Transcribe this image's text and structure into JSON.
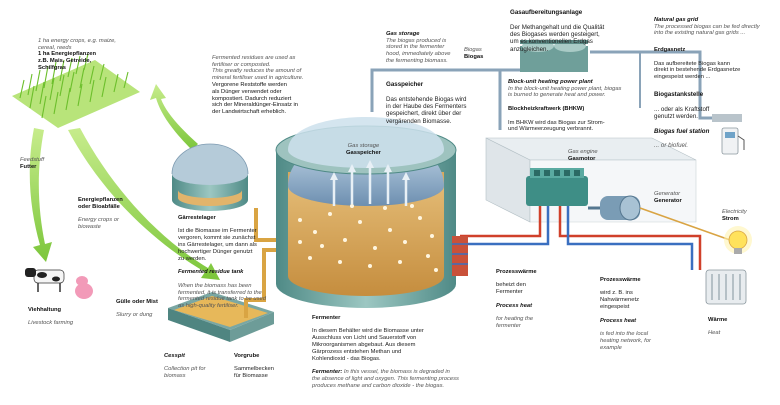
{
  "colors": {
    "crop_green": "#7fcf3a",
    "arrow_green": "#9bd65a",
    "gas_arrow": "#8aa3b8",
    "tank_green": "#6fa3a0",
    "substrate": "#d7a65a",
    "engine": "#3e8e86",
    "heat_red": "#d0402a",
    "heat_blue": "#3a6fc0"
  },
  "crops": {
    "en": "1 ha energy crops, e.g. maize,\ncereal, reeds",
    "h": "1 ha Energiepflanzen\nz.B. Mais, Getreide,\nSchilfgras"
  },
  "residues": {
    "en": "Fermented residues are used as\nfertiliser or composted.\nThis greatly reduces the amount of\nmineral fertiliser used in agriculture.",
    "h": "Vergorene Reststoffe werden\nals Dünger verwendet oder\nkompostiert. Dadurch reduziert\nsich der Mineraldünger-Einsatz in\nder Landwirtschaft erheblich."
  },
  "gas_storage": {
    "enh": "Gas storage",
    "en": "The biogas produced is\nstored in the fermenter\nhood, immediately above\nthe fermenting biomass."
  },
  "biogas_pipe": {
    "en": "Biogas",
    "h": "Biogas"
  },
  "gasspeicher": {
    "h": "Gasspeicher",
    "de": "Das entstehende Biogas wird\nin der Haube des Fermenters\ngespeichert, direkt über der\nvergärenden Biomasse."
  },
  "gas_treatment": {
    "h": "Gasaufbereitungsanlage",
    "de": "Der Methangehalt und die Qualität\ndes Biogases werden gesteigert,\num es konventionellen Erdgas\nanzugleichen."
  },
  "natural_gas": {
    "enh": "Natural gas grid",
    "en": "The processed biogas can be fed directly\ninto the existing natural gas grids ...",
    "h": "Erdgasnetz",
    "de": "Das aufbereitete Biogas kann\ndirekt in bestehende Erdgasnetze\neingespeist werden ..."
  },
  "fuel_station": {
    "h": "Biogastankstelle",
    "de": "... oder als Kraftstoff\ngenutzt werden.",
    "enh": "Biogas fuel station",
    "en": "... or biofuel."
  },
  "chp": {
    "enh": "Block-unit heating power plant",
    "en": "In the block-unit heating power plant, biogas\nis burned to generate heat and power.",
    "h": "Blockheizkraftwerk (BHKW)",
    "de": "Im BHKW wird das Biogas zur Strom-\nund Wärmeerzeugung verbrannt."
  },
  "feedstuff": {
    "en": "Feedstuff",
    "h": "Futter"
  },
  "energy_crops": {
    "h": "Energiepflanzen\noder Bioabfälle",
    "en": "Energy crops or\nbiowaste"
  },
  "dome_en": "Gas storage",
  "dome_h": "Gasspeicher",
  "gas_engine": {
    "en": "Gas engine",
    "h": "Gasmotor"
  },
  "generator": {
    "en": "Generator",
    "h": "Generator"
  },
  "electricity": {
    "en": "Electricity",
    "h": "Strom"
  },
  "residue_tank": {
    "h": "Gärrestelager",
    "de": "Ist die Biomasse im Fermenter\nvergoren, kommt sie zunächst\nins Gärrestelager, um dann als\nhochwertiger Dünger genutzt\nzu werden.",
    "enh": "Fermented residue tank",
    "en": "When the biomass has been\nfermented, it is transferred to the\nfermented residue tank to be used\nas high-quality fertiliser."
  },
  "livestock": {
    "h": "Viehhaltung",
    "en": "Livestock farming"
  },
  "manure": {
    "h": "Gülle oder Mist",
    "en": "Slurry or dung"
  },
  "cesspit": {
    "enh": "Cesspit",
    "en": "Collection pit for\nbiomass"
  },
  "vorgrube": {
    "h": "Vorgrube",
    "de": "Sammelbecken\nfür Biomasse"
  },
  "fermenter": {
    "h": "Fermenter",
    "de": "In diesem Behälter wird die Biomasse unter\nAusschluss von Licht und Sauerstoff von\nMikroorganismen abgebaut. Aus diesem\nGärprozess entstehen Methan und\nKohlendioxid - das Biogas.",
    "enh": "Fermenter:",
    "en": " In this vessel, the biomass is degraded in\nthe absence of light and oxygen. This fermenting process\nproduces methane and carbon dioxide - the biogas."
  },
  "process_heat_1": {
    "h": "Prozesswärme",
    "de": "beheizt den\nFermenter",
    "enh": "Process heat",
    "en": "for heating the\nfermenter"
  },
  "process_heat_2": {
    "h": "Prozesswärme",
    "de": "wird z. B. ins\nNahwärmenetz\neingespeist",
    "enh": "Process heat",
    "en": "is fed into the local\nheating network, for\nexample"
  },
  "heat": {
    "h": "Wärme",
    "en": "Heat"
  }
}
